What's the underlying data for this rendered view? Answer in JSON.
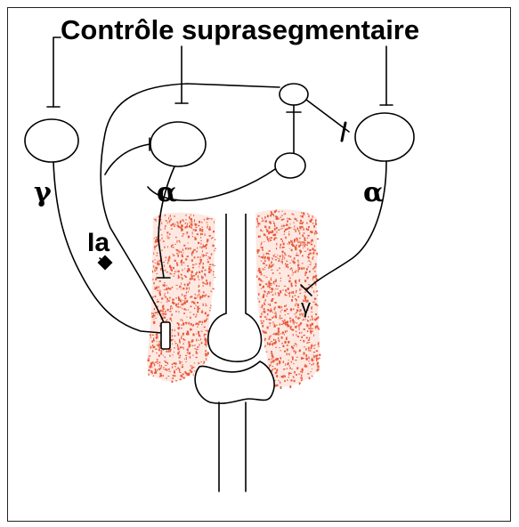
{
  "title": "Contrôle suprasegmentaire",
  "labels": {
    "gamma_motoneuron": "γ",
    "alpha_motoneuron_left": "α",
    "alpha_motoneuron_right": "α",
    "afferent": "Ia",
    "spindle_gamma_right": "γ"
  },
  "colors": {
    "muscle": "#e85a3c",
    "line": "#000000",
    "frame": "#222222"
  },
  "icons": {
    "ia_terminal": "filled-circle",
    "synapse": "t-bar"
  }
}
